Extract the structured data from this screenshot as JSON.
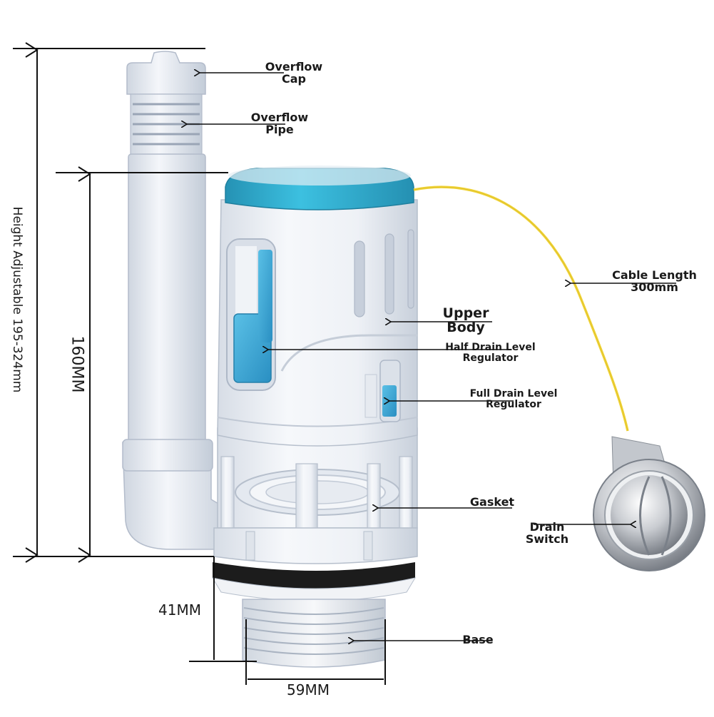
{
  "labels": {
    "overflow_cap": [
      "Overflow",
      "Cap"
    ],
    "overflow_pipe": [
      "Overflow",
      "Pipe"
    ],
    "cable_length": [
      "Cable Length",
      "300mm"
    ],
    "upper_body": [
      "Upper",
      "Body"
    ],
    "half_drain": [
      "Half Drain Level",
      "Regulator"
    ],
    "full_drain": [
      "Full Drain Level",
      "Regulator"
    ],
    "gasket": "Gasket",
    "drain_switch": [
      "Drain",
      "Switch"
    ],
    "base": "Base"
  },
  "dimensions": {
    "height_adjustable": "Height Adjustable 195-324mm",
    "body_height": "160MM",
    "base_height": "41MM",
    "base_width": "59MM"
  },
  "colors": {
    "cap_blue": "#2aa7c9",
    "regulator_blue": "#3ba8d6",
    "body_white": "#eef1f6",
    "cable_yellow": "#f2d63a",
    "gasket_black": "#1c1c1c",
    "chrome": "#c9ccd1"
  },
  "icons": [
    "arrow-left-icon",
    "arrow-up-icon",
    "arrow-down-icon"
  ]
}
